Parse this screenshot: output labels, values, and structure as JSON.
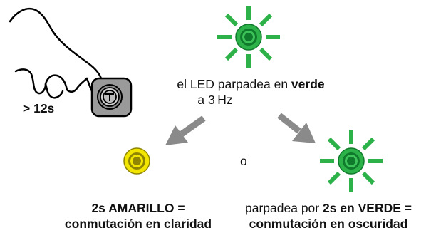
{
  "hold_label": "> 12s",
  "led_info": {
    "line1_prefix": "el LED parpadea en ",
    "line1_bold": "verde",
    "line2": "a 3 Hz"
  },
  "or_label": "o",
  "left_caption": {
    "line1": "2s AMARILLO =",
    "line2": "conmutación en claridad"
  },
  "right_caption": {
    "line1_prefix": "parpadea por ",
    "line1_bold": "2s en VERDE =",
    "line2": "conmutación en oscuridad"
  },
  "colors": {
    "green_ring": "#2db24a",
    "green_dark": "#0f7a2b",
    "yellow_ring": "#f2e600",
    "yellow_dark": "#8f8500",
    "arrow": "#8a8a8a",
    "button_body": "#9a9a9a"
  }
}
